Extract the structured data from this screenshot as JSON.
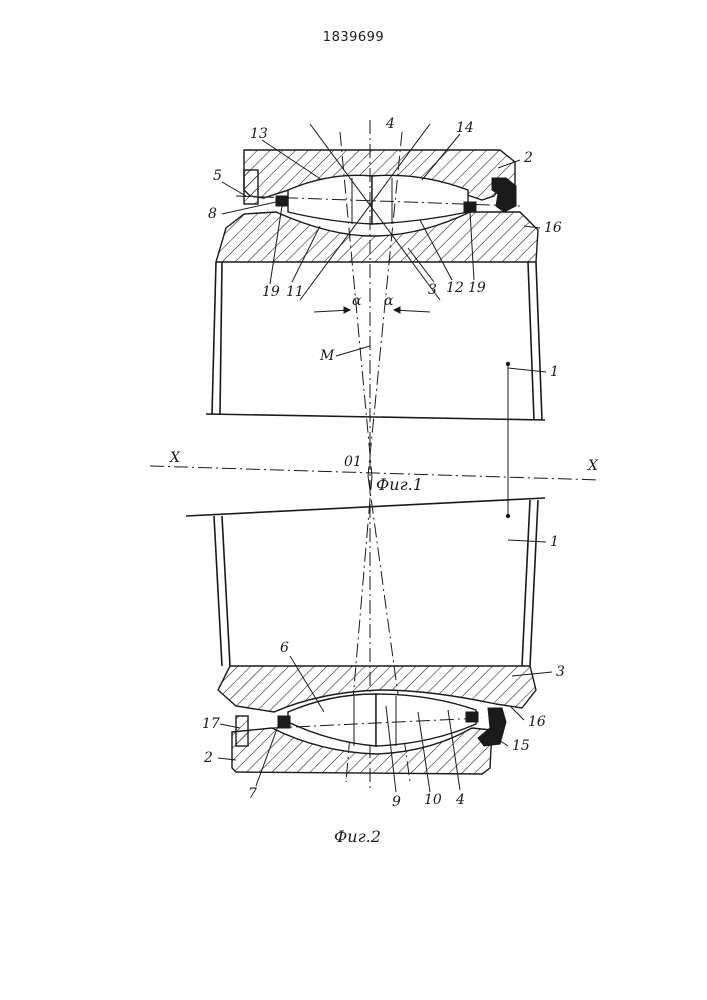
{
  "header": {
    "patent_number": "1839699"
  },
  "figures": {
    "fig1_caption": "Фиг.1",
    "fig2_caption": "Фиг.2"
  },
  "axis": {
    "left_label": "X",
    "right_label": "X",
    "center_label": "01",
    "median_label": "M",
    "angle_left": "α",
    "angle_right": "α"
  },
  "labels_upper": {
    "l13": "13",
    "l4": "4",
    "l14": "14",
    "l2": "2",
    "l5": "5",
    "l8": "8",
    "l16": "16",
    "l19a": "19",
    "l11": "11",
    "l3": "3",
    "l12": "12",
    "l19b": "19"
  },
  "labels_side": {
    "l1_top": "1",
    "l1_bottom": "1"
  },
  "labels_lower": {
    "l6": "6",
    "l3": "3",
    "l17": "17",
    "l16": "16",
    "l2": "2",
    "l15": "15",
    "l7": "7",
    "l9": "9",
    "l10": "10",
    "l4": "4"
  }
}
